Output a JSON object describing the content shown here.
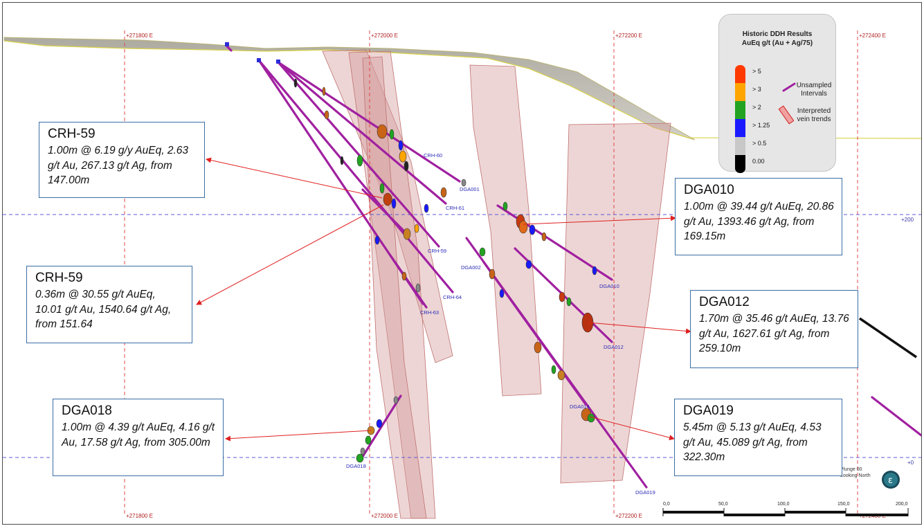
{
  "grid": {
    "easting_labels": [
      "+271800 E",
      "+272000 E",
      "+272200 E",
      "+272400 E"
    ],
    "elevation_labels": [
      "+200",
      "+0"
    ]
  },
  "legend": {
    "title_line1": "Historic DDH Results",
    "title_line2": "AuEq g/t  (Au + Ag/75)",
    "bins": [
      {
        "label": "> 5",
        "color": "#ff3a00"
      },
      {
        "label": "> 3",
        "color": "#ffa500"
      },
      {
        "label": "> 2",
        "color": "#22a422"
      },
      {
        "label": "> 1.25",
        "color": "#1a1aff"
      },
      {
        "label": "> 0.5",
        "color": "#c8c8c8"
      },
      {
        "label": "0.00",
        "color": "#000000"
      }
    ],
    "unsampled_line1": "Unsampled",
    "unsampled_line2": "Intervals",
    "vein_line1": "Interpreted",
    "vein_line2": "vein trends"
  },
  "drillholes": [
    {
      "name": "CRH-60"
    },
    {
      "name": "DGA001"
    },
    {
      "name": "CRH-61"
    },
    {
      "name": "CRH-59"
    },
    {
      "name": "CRH-64"
    },
    {
      "name": "CRH-63"
    },
    {
      "name": "DGA002"
    },
    {
      "name": "DGA010"
    },
    {
      "name": "DGA012"
    },
    {
      "name": "DGA014"
    },
    {
      "name": "DGA018"
    },
    {
      "name": "DGA019"
    }
  ],
  "callouts": {
    "crh59_a": {
      "title": "CRH-59",
      "text": "1.00m @ 6.19 g/y AuEq, 2.63 g/t Au, 267.13 g/t Ag, from 147.00m"
    },
    "crh59_b": {
      "title": "CRH-59",
      "text": "0.36m @ 30.55 g/t AuEq, 10.01 g/t Au, 1540.64 g/t Ag, from 151.64"
    },
    "dga010": {
      "title": "DGA010",
      "text": "1.00m @ 39.44 g/t AuEq, 20.86 g/t Au, 1393.46 g/t Ag, from 169.15m"
    },
    "dga012": {
      "title": "DGA012",
      "text": "1.70m @ 35.46 g/t AuEq, 13.76 g/t Au, 1627.61 g/t Ag, from 259.10m"
    },
    "dga018": {
      "title": "DGA018",
      "text": "1.00m @ 4.39 g/t AuEq, 4.16 g/t Au, 17.58 g/t Ag, from 305.00m"
    },
    "dga019": {
      "title": "DGA019",
      "text": "5.45m @ 5.13 g/t AuEq, 4.53 g/t Au, 45.089 g/t Ag, from 322.30m"
    }
  },
  "view": {
    "plunge": "Plunge 00",
    "looking": "Looking North"
  },
  "scale_bar": {
    "ticks": [
      "0,0",
      "50,0",
      "100,0",
      "150,0",
      "200,0"
    ]
  },
  "colors": {
    "drillhole": "#a020a0",
    "grid_easting": "#e04848",
    "grid_elevation": "#5a5ad8",
    "vein_fill": "#d49a9a",
    "arrow": "#e02020",
    "callout_border": "#3a6ea5"
  }
}
